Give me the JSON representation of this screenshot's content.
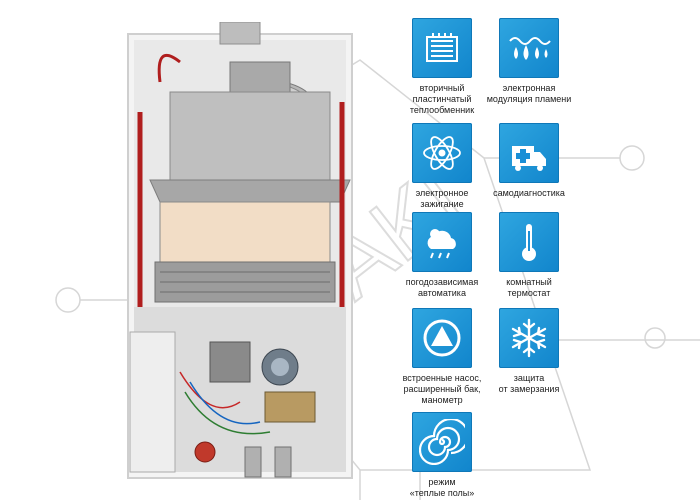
{
  "watermark": {
    "text": "AKI"
  },
  "colors": {
    "tile": "#1a8fd6",
    "icon": "#ffffff",
    "caption": "#222222",
    "watermark": "#d9d9d9"
  },
  "features": [
    {
      "icon": "heat-exchanger-icon",
      "label": "вторичный\nпластинчатый\nтеплообменник"
    },
    {
      "icon": "flame-modulation-icon",
      "label": "электронная\nмодуляция пламени"
    },
    {
      "icon": "atom-ignition-icon",
      "label": "электронное\nзажигание"
    },
    {
      "icon": "self-diagnostics-icon",
      "label": "самодиагностика"
    },
    {
      "icon": "weather-icon",
      "label": "погодозависимая\nавтоматика"
    },
    {
      "icon": "thermometer-icon",
      "label": "комнатный\nтермостат"
    },
    {
      "icon": "pump-icon",
      "label": "встроенные насос,\nрасширенный бак,\nманометр"
    },
    {
      "icon": "snowflake-icon",
      "label": "защита\nот замерзания"
    },
    {
      "icon": "floor-heating-spiral-icon",
      "label": "режим\n«теплые полы»"
    }
  ]
}
